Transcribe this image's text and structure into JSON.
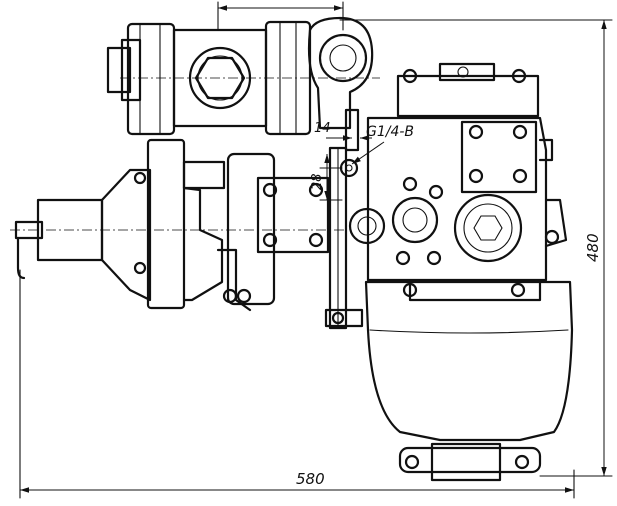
{
  "dimensions": {
    "width_label": "580",
    "height_label": "480",
    "offset_14_label": "14",
    "offset_28_label": "28",
    "thread_label": "G1/4-B"
  }
}
